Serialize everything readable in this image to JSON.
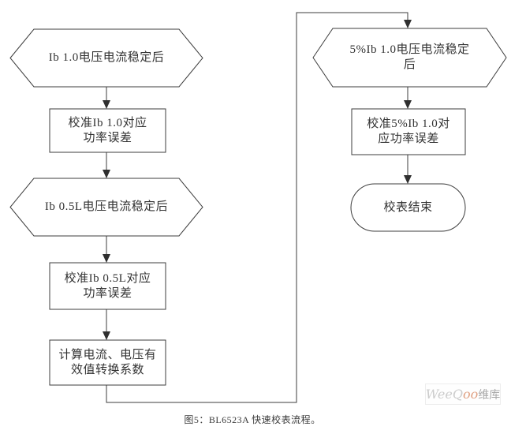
{
  "figure": {
    "caption": "图5：BL6523A 快速校表流程。"
  },
  "flowchart": {
    "left_column": {
      "nodes": [
        {
          "id": "hex-ib10",
          "type": "decision-hexagon",
          "label": "Ib 1.0电压电流稳定后"
        },
        {
          "id": "proc-cal-ib10",
          "type": "process",
          "label": "校准Ib 1.0对应\n功率误差"
        },
        {
          "id": "hex-ib05l",
          "type": "decision-hexagon",
          "label": "Ib 0.5L电压电流稳定后"
        },
        {
          "id": "proc-cal-ib05l",
          "type": "process",
          "label": "校准Ib 0.5L对应\n功率误差"
        },
        {
          "id": "proc-compute-rms",
          "type": "process",
          "label": "计算电流、电压有\n效值转换系数"
        }
      ]
    },
    "right_column": {
      "nodes": [
        {
          "id": "hex-5ib10",
          "type": "decision-hexagon",
          "label": "5%Ib 1.0电压电流稳定\n后"
        },
        {
          "id": "proc-cal-5ib10",
          "type": "process",
          "label": "校准5%Ib 1.0对\n应功率误差"
        },
        {
          "id": "term-end",
          "type": "terminator",
          "label": "校表结束"
        }
      ]
    }
  },
  "watermark": {
    "brand_prefix": "WeeQ",
    "brand_accent": "oo",
    "suffix": "维库"
  },
  "colors": {
    "line": "#3c3c3c",
    "text": "#333333",
    "node_fill": "#ffffff",
    "watermark_accent": "#e0a183"
  }
}
